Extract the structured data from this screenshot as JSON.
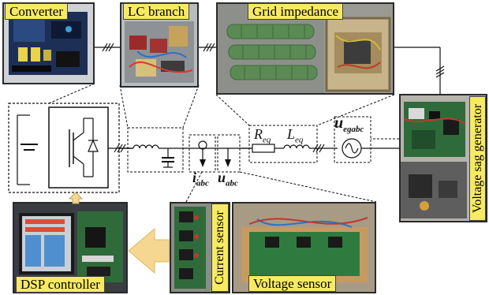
{
  "labels": {
    "converter": "Converter",
    "lc_branch": "LC branch",
    "grid_impedance": "Grid impedance",
    "voltage_sag_generator": "Voltage sag generator",
    "dsp_controller": "DSP controller",
    "current_sensor": "Current sensor",
    "voltage_sensor": "Voltage sensor"
  },
  "symbols": {
    "r_eq_base": "R",
    "r_eq_sub": "eq",
    "l_eq_base": "L",
    "l_eq_sub": "eq",
    "u_grid_base": "u",
    "u_grid_sub": "egabc",
    "i_abc_base": "i",
    "i_abc_sub": "abc",
    "u_abc_base": "u",
    "u_abc_sub": "abc"
  },
  "colors": {
    "label_bg": "#f7ea63",
    "arrow_fill": "#f6d792",
    "line": "#111111",
    "board_green": "#2f6b3a",
    "panel_dark": "#333333"
  }
}
